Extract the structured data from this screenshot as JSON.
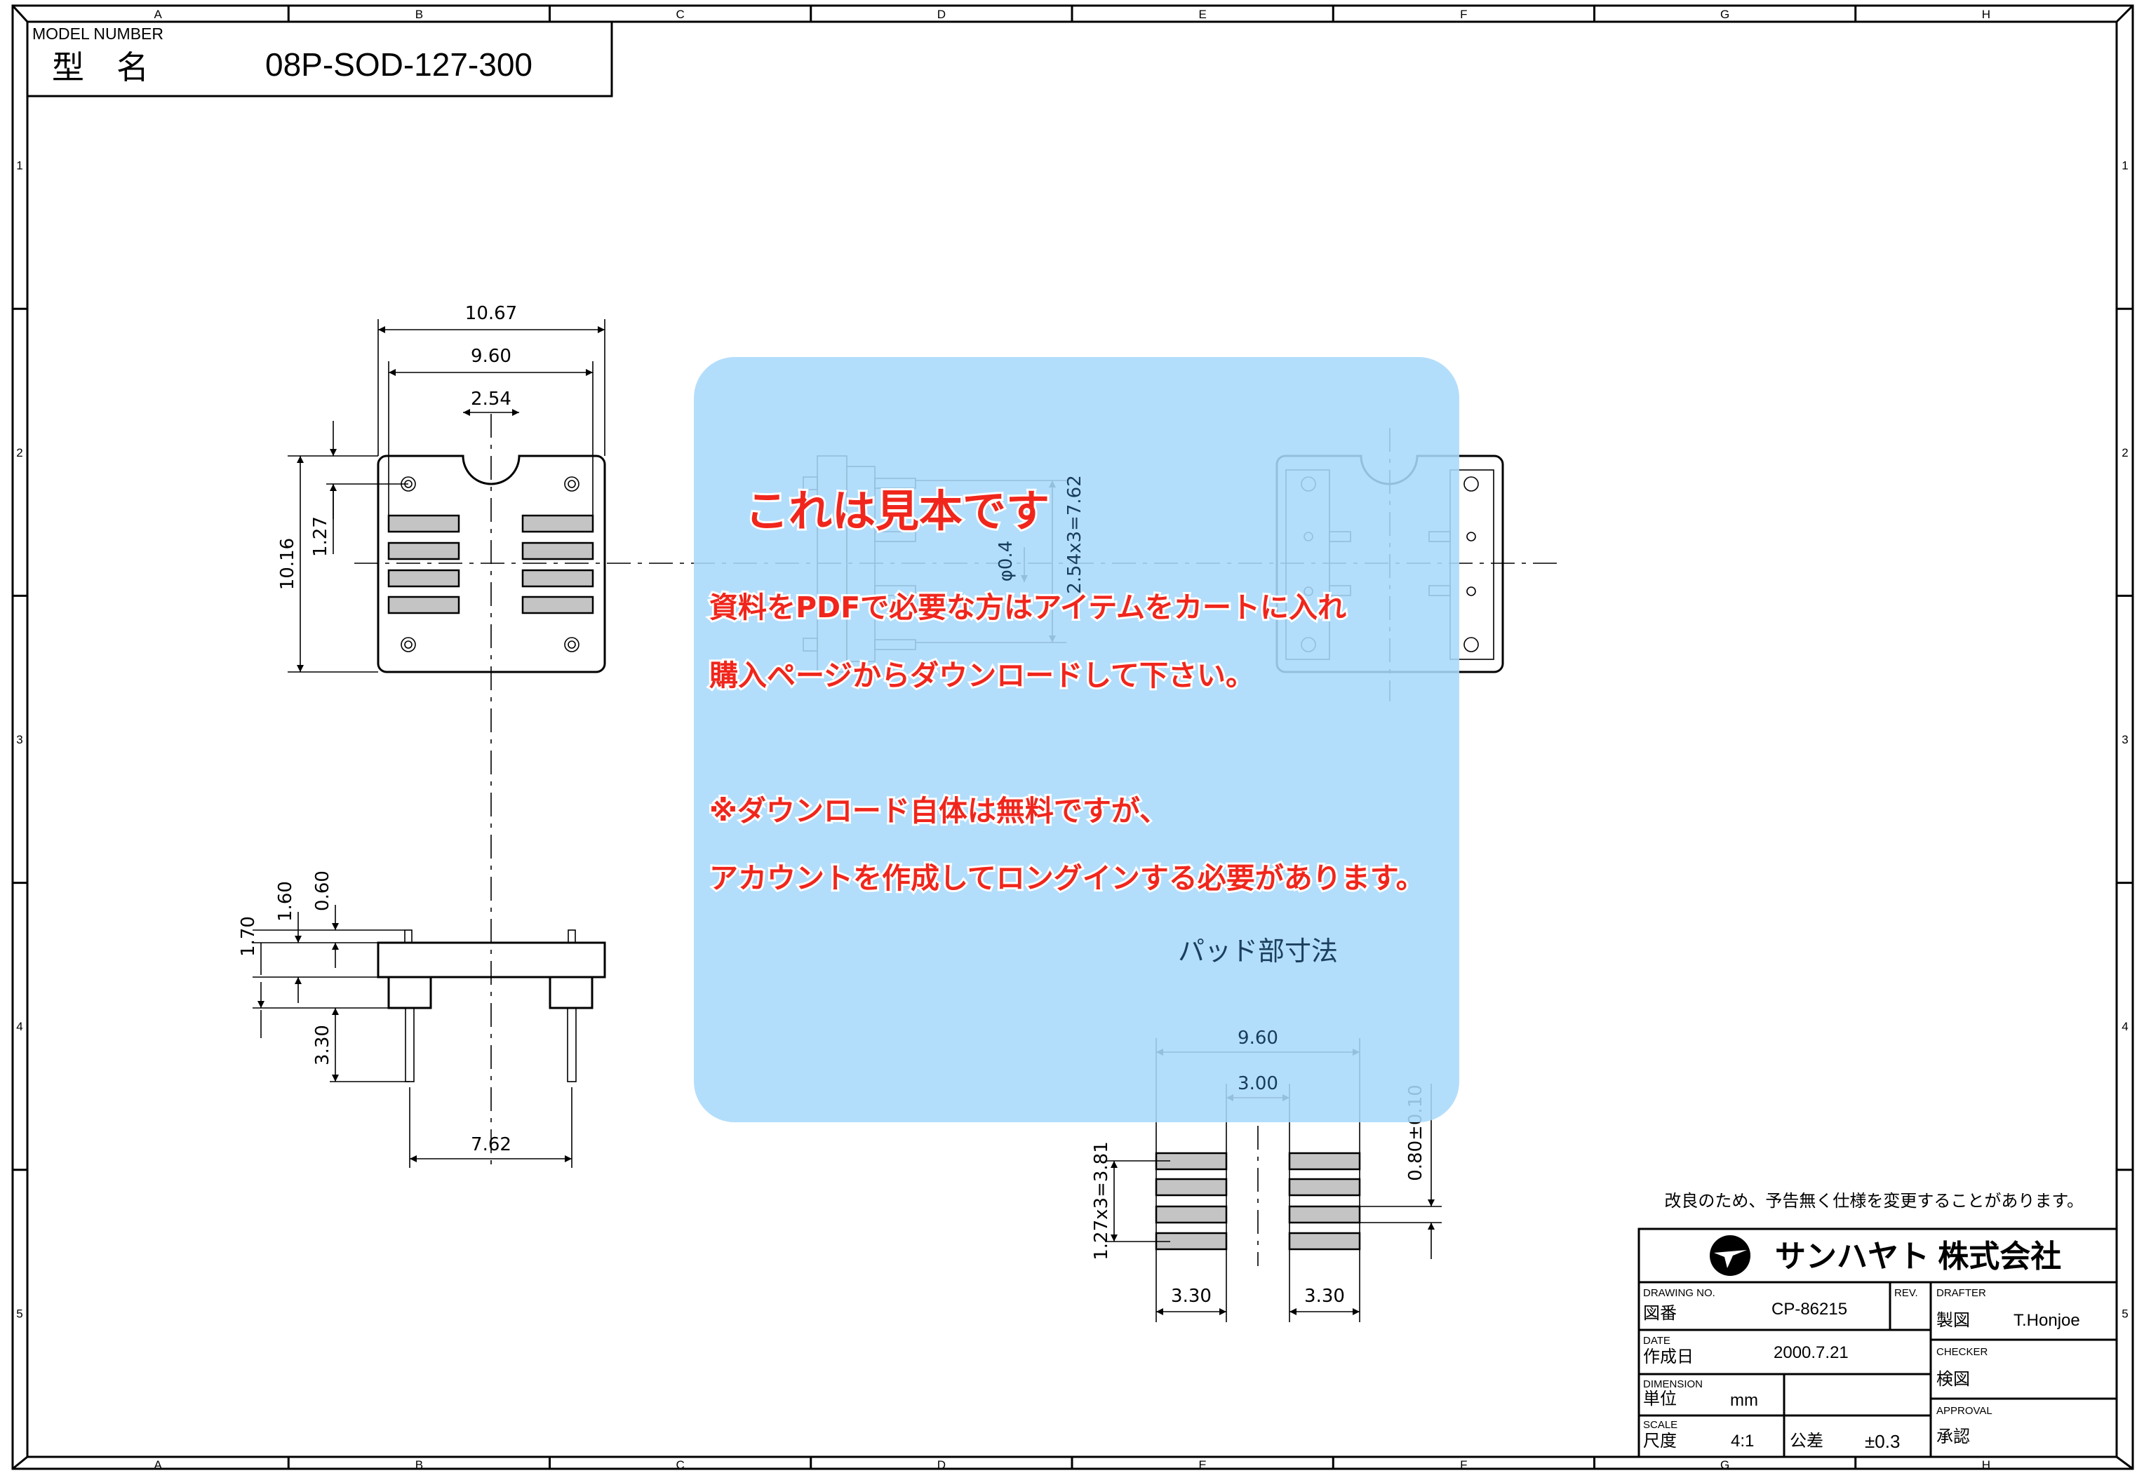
{
  "zones": {
    "columns": [
      "A",
      "B",
      "C",
      "D",
      "E",
      "F",
      "G",
      "H"
    ],
    "rows": [
      "1",
      "2",
      "3",
      "4",
      "5"
    ]
  },
  "model": {
    "label_en": "MODEL NUMBER",
    "label_jp": "型　名",
    "value": "08P-SOD-127-300"
  },
  "top_view": {
    "dims": {
      "overall_width": "10.67",
      "pad_span": "9.60",
      "notch": "2.54",
      "height": "10.16",
      "pitch": "1.27"
    }
  },
  "side_view": {
    "dims": {
      "d1": "1.70",
      "d2": "1.60",
      "d3": "0.60",
      "pin_length": "3.30",
      "row_spacing": "7.62"
    }
  },
  "middle_view": {
    "dims": {
      "pin_dia": "φ0.4",
      "pitch_total": "2.54x3=7.62"
    }
  },
  "pad_view": {
    "title": "パッド部寸法",
    "dims": {
      "span": "9.60",
      "gap": "3.00",
      "pad_len_left": "3.30",
      "pad_len_right": "3.30",
      "pitch": "1.27x3=3.81",
      "pad_width": "0.80±0.10"
    }
  },
  "overlay": {
    "color": "#a9d9fb",
    "headline": "これは見本です",
    "lines": [
      "資料をPDFで必要な方はアイテムをカートに入れ",
      "購入ページからダウンロードして下さい。",
      "※ダウンロード自体は無料ですが、",
      "アカウントを作成してロングインする必要があります。"
    ]
  },
  "notice": "改良のため、予告無く仕様を変更することがあります。",
  "title_block": {
    "company": "サンハヤト 株式会社",
    "drawing_no_label_en": "DRAWING NO.",
    "drawing_no_label_jp": "図番",
    "drawing_no": "CP-86215",
    "rev_label": "REV.",
    "date_label_en": "DATE",
    "date_label_jp": "作成日",
    "date": "2000.7.21",
    "dimension_label_en": "DIMENSION",
    "dimension_label_jp": "単位",
    "dimension": "mm",
    "scale_label_en": "SCALE",
    "scale_label_jp": "尺度",
    "scale": "4:1",
    "tolerance_label": "公差",
    "tolerance": "±0.3",
    "drafter_label_en": "DRAFTER",
    "drafter_label_jp": "製図",
    "drafter": "T.Honjoe",
    "checker_label_en": "CHECKER",
    "checker_label_jp": "検図",
    "approval_label_en": "APPROVAL",
    "approval_label_jp": "承認"
  }
}
